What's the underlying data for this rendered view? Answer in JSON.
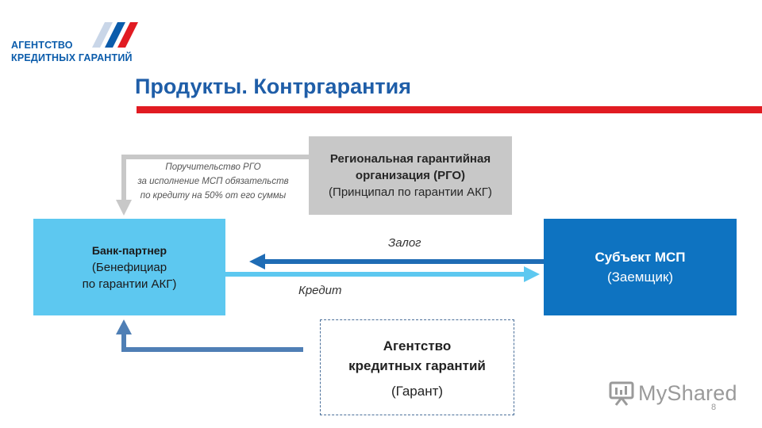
{
  "logo": {
    "line1": "АГЕНТСТВО",
    "line2": "КРЕДИТНЫХ ГАРАНТИЙ",
    "colors": {
      "primary": "#0b5cab",
      "accent": "#e11b22"
    }
  },
  "title": "Продукты. Контргарантия",
  "colors": {
    "title": "#1f5ea8",
    "rule": "#e11b22",
    "bank": "#5dc8f0",
    "msp": "#0e73c1",
    "rgo": "#c8c8c8"
  },
  "rgo": {
    "line1": "Региональная гарантийная",
    "line2": "организация (РГО)",
    "line3": "(Принципал по гарантии АКГ)"
  },
  "guarantee_note": {
    "line1": "Поручительство РГО",
    "line2": "за исполнение  МСП обязательств",
    "line3": "по кредиту на 50% от его суммы"
  },
  "bank": {
    "line1": "Банк-партнер",
    "line2": "(Бенефициар",
    "line3": "по гарантии АКГ)"
  },
  "msp": {
    "line1": "Субъект МСП",
    "line2": "(Заемщик)"
  },
  "akg": {
    "line1": "Агентство",
    "line2": "кредитных гарантий",
    "line3": "(Гарант)"
  },
  "labels": {
    "zalog": "Залог",
    "kredit": "Кредит"
  },
  "watermark": {
    "text": "MyShared",
    "icon": "presentation-board-icon"
  },
  "page_number": "8"
}
